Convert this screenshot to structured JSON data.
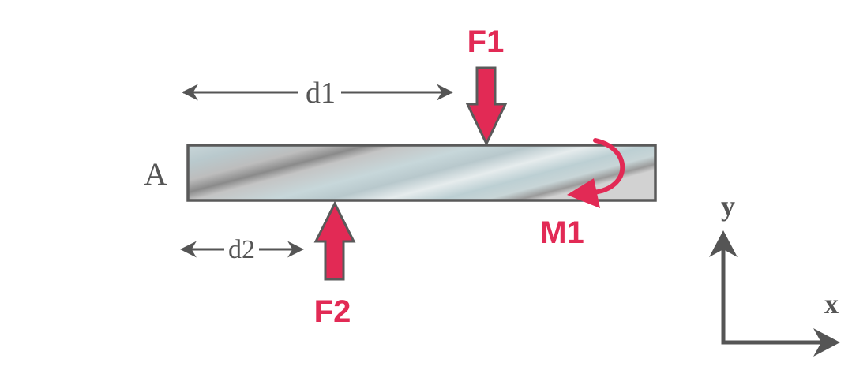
{
  "labels": {
    "point_a": "A",
    "d1": "d1",
    "d2": "d2",
    "f1": "F1",
    "f2": "F2",
    "m1": "M1",
    "axis_x": "x",
    "axis_y": "y"
  },
  "colors": {
    "force": "#e22a55",
    "dimension": "#555555",
    "beam_outline": "#5a5a5a",
    "axes": "#555555"
  }
}
